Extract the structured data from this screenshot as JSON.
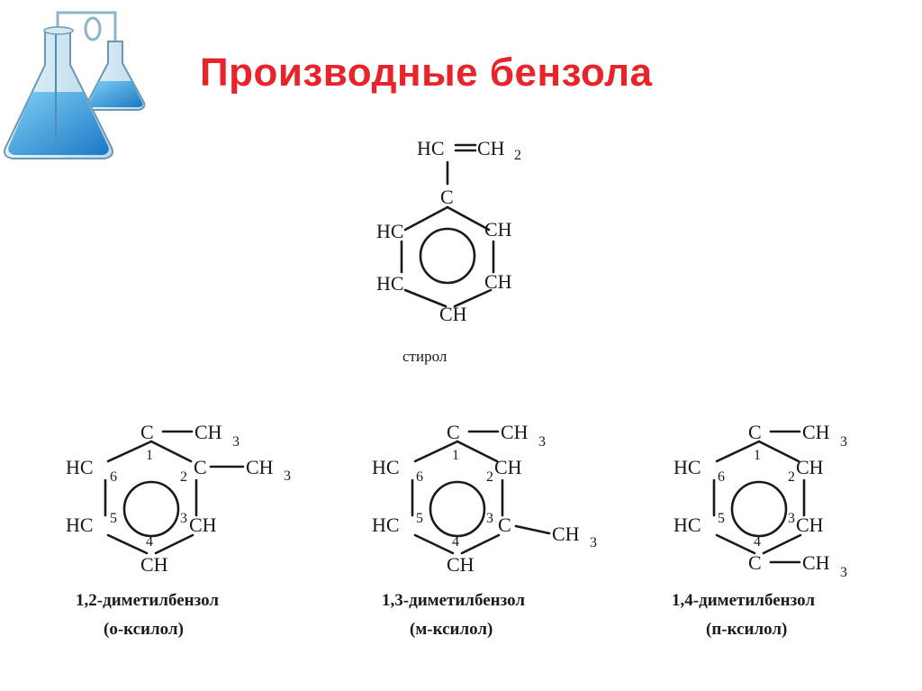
{
  "title": "Производные бензола",
  "accent_color": "#e8232a",
  "logo_icon": "chemistry-flasks-icon",
  "styrene": {
    "top_left": "HC",
    "top_right": "CH",
    "top_right_sub": "2",
    "ipso": "C",
    "upper_left": "HC",
    "upper_right": "CH",
    "lower_left": "HC",
    "lower_right": "CH",
    "bottom": "CH",
    "name": "стирол"
  },
  "ortho": {
    "c1": "C",
    "c1_sub": "CH",
    "c1_sub_n": "3",
    "c2": "C",
    "c2_sub": "CH",
    "c2_sub_n": "3",
    "c3": "CH",
    "c4": "CH",
    "c5": "HC",
    "c6": "HC",
    "n1": "1",
    "n2": "2",
    "n3": "3",
    "n4": "4",
    "n5": "5",
    "n6": "6",
    "name": "1,2-диметилбензол",
    "alt_name": "(о-ксилол)"
  },
  "meta": {
    "c1": "C",
    "c1_sub": "CH",
    "c1_sub_n": "3",
    "c2": "CH",
    "c3": "C",
    "c3_sub": "CH",
    "c3_sub_n": "3",
    "c4": "CH",
    "c5": "HC",
    "c6": "HC",
    "n1": "1",
    "n2": "2",
    "n3": "3",
    "n4": "4",
    "n5": "5",
    "n6": "6",
    "name": "1,3-диметилбензол",
    "alt_name": "(м-ксилол)"
  },
  "para": {
    "c1": "C",
    "c1_sub": "CH",
    "c1_sub_n": "3",
    "c2": "CH",
    "c3": "CH",
    "c4": "C",
    "c4_sub": "CH",
    "c4_sub_n": "3",
    "c5": "HC",
    "c6": "HC",
    "n1": "1",
    "n2": "2",
    "n3": "3",
    "n4": "4",
    "n5": "5",
    "n6": "6",
    "name": "1,4-диметилбензол",
    "alt_name": "(п-ксилол)"
  }
}
